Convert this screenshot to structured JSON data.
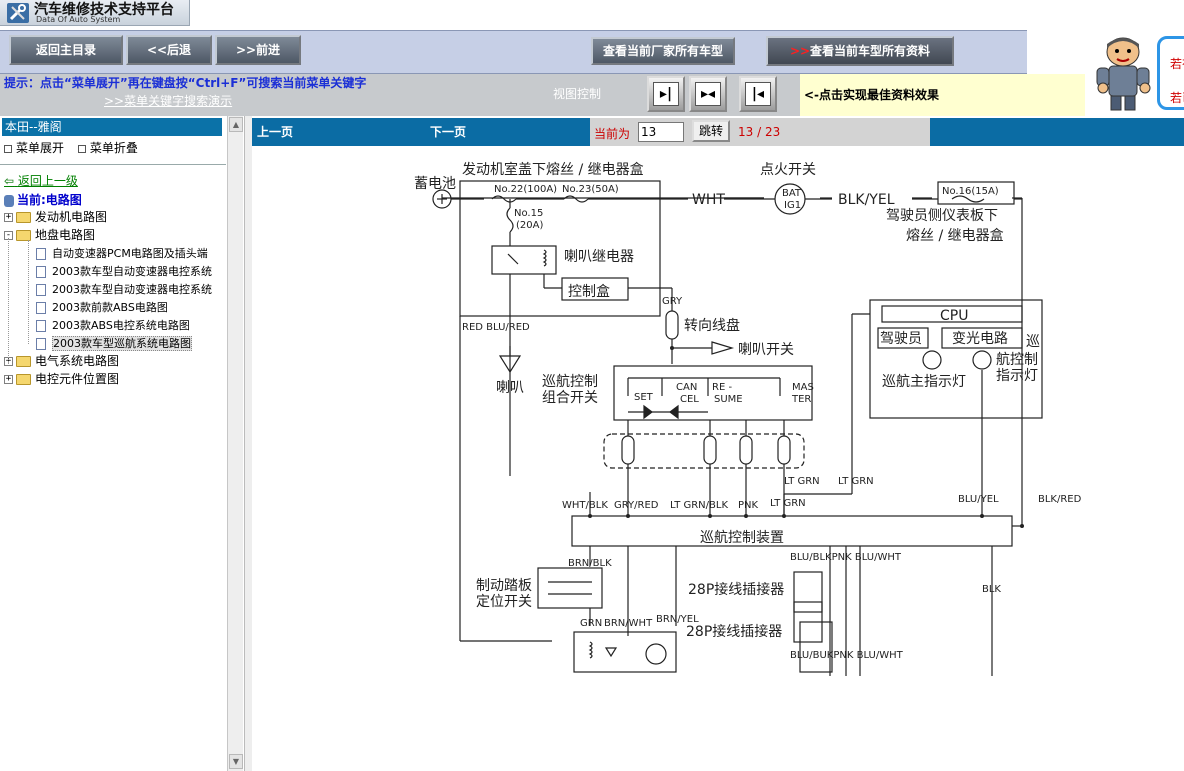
{
  "header": {
    "title": "汽车维修技术支持平台",
    "subtitle": "Data Of Auto System"
  },
  "toolbar": {
    "home_label": "返回主目录",
    "back_label": "<<后退",
    "forward_label": ">>前进",
    "all_models_label": "查看当前厂家所有车型",
    "all_info_prefix": ">>",
    "all_info_label": "查看当前车型所有资料"
  },
  "tips": {
    "hint": "提示：点击“菜单展开”再在键盘按“Ctrl+F”可搜索当前菜单关键字",
    "demo_link": ">>菜单关键字搜索演示",
    "view_control": "视图控制",
    "view_tip": "<-点击实现最佳资料效果"
  },
  "promo": {
    "line1": "若有",
    "line2": "若已"
  },
  "sidebar": {
    "header": "本田--雅阁",
    "expand": "菜单展开",
    "collapse": "菜单折叠",
    "back_up": "返回上一级",
    "current": "当前:电路图",
    "tree": [
      {
        "label": "发动机电路图",
        "toggle": "+"
      },
      {
        "label": "地盘电路图",
        "toggle": "-"
      },
      {
        "label": "自动变速器PCM电路图及插头端"
      },
      {
        "label": "2003款车型自动变速器电控系统"
      },
      {
        "label": "2003款车型自动变速器电控系统"
      },
      {
        "label": "2003款前款ABS电路图"
      },
      {
        "label": "2003款ABS电控系统电路图"
      },
      {
        "label": "2003款车型巡航系统电路图"
      },
      {
        "label": "电气系统电路图",
        "toggle": "+"
      },
      {
        "label": "电控元件位置图",
        "toggle": "+"
      }
    ]
  },
  "pager": {
    "prev": "上一页",
    "next": "下一页",
    "current_label": "当前为",
    "current_value": "13",
    "jump": "跳转",
    "count": "13 / 23"
  },
  "diagram": {
    "labels": {
      "fuse_box_under_hood": "发动机室盖下熔丝 / 继电器盒",
      "ignition_switch": "点火开关",
      "battery": "蓄电池",
      "fuse22": "No.22(100A)",
      "fuse23": "No.23(50A)",
      "wht": "WHT",
      "bat": "BAT",
      "ig1": "IG1",
      "blk_yel": "BLK/YEL",
      "fuse16": "No.16(15A)",
      "dash_fuse_box_1": "驾驶员侧仪表板下",
      "dash_fuse_box_2": "熔丝 / 继电器盒",
      "fuse15": "No.15",
      "fuse15_amp": "(20A)",
      "horn_relay": "喇叭继电器",
      "control_box": "控制盒",
      "gry": "GRY",
      "cable_reel": "转向线盘",
      "horn_switch": "喇叭开关",
      "red_blu_red": "RED BLU/RED",
      "horn": "喇叭",
      "cruise_switch_1": "巡航控制",
      "cruise_switch_2": "组合开关",
      "set": "SET",
      "can": "CAN",
      "cel": "CEL",
      "re": "RE -",
      "sume": "SUME",
      "mas": "MAS",
      "ter": "TER",
      "cpu": "CPU",
      "driver": "驾驶员",
      "dimmer": "变光电路",
      "main_indicator": "巡航主指示灯",
      "cruise_ind_1": "巡",
      "cruise_ind_2": "航控制",
      "cruise_ind_3": "指示灯",
      "lt_grn": "LT GRN",
      "lt_grn2": "LT GRN",
      "lt_grn3": "LT GRN",
      "wht_blk": "WHT/BLK",
      "gry_red": "GRY/RED",
      "lt_grn_blk": "LT GRN/BLK",
      "pnk": "PNK",
      "blu_yel": "BLU/YEL",
      "blk_red": "BLK/RED",
      "cruise_unit": "巡航控制装置",
      "brn_blk": "BRN/BLK",
      "brake_switch_1": "制动踏板",
      "brake_switch_2": "定位开关",
      "grn": "GRN",
      "brn_wht": "BRN/WHT",
      "brn_yel": "BRN/YEL",
      "connector_28p_1": "28P接线插接器",
      "connector_28p_2": "28P接线插接器",
      "blu_blk_pnk_wht_top": "BLU/BLKPNK BLU/WHT",
      "blu_blk_pnk_wht_bottom": "BLU/BUKPNK BLU/WHT",
      "blk": "BLK"
    }
  }
}
